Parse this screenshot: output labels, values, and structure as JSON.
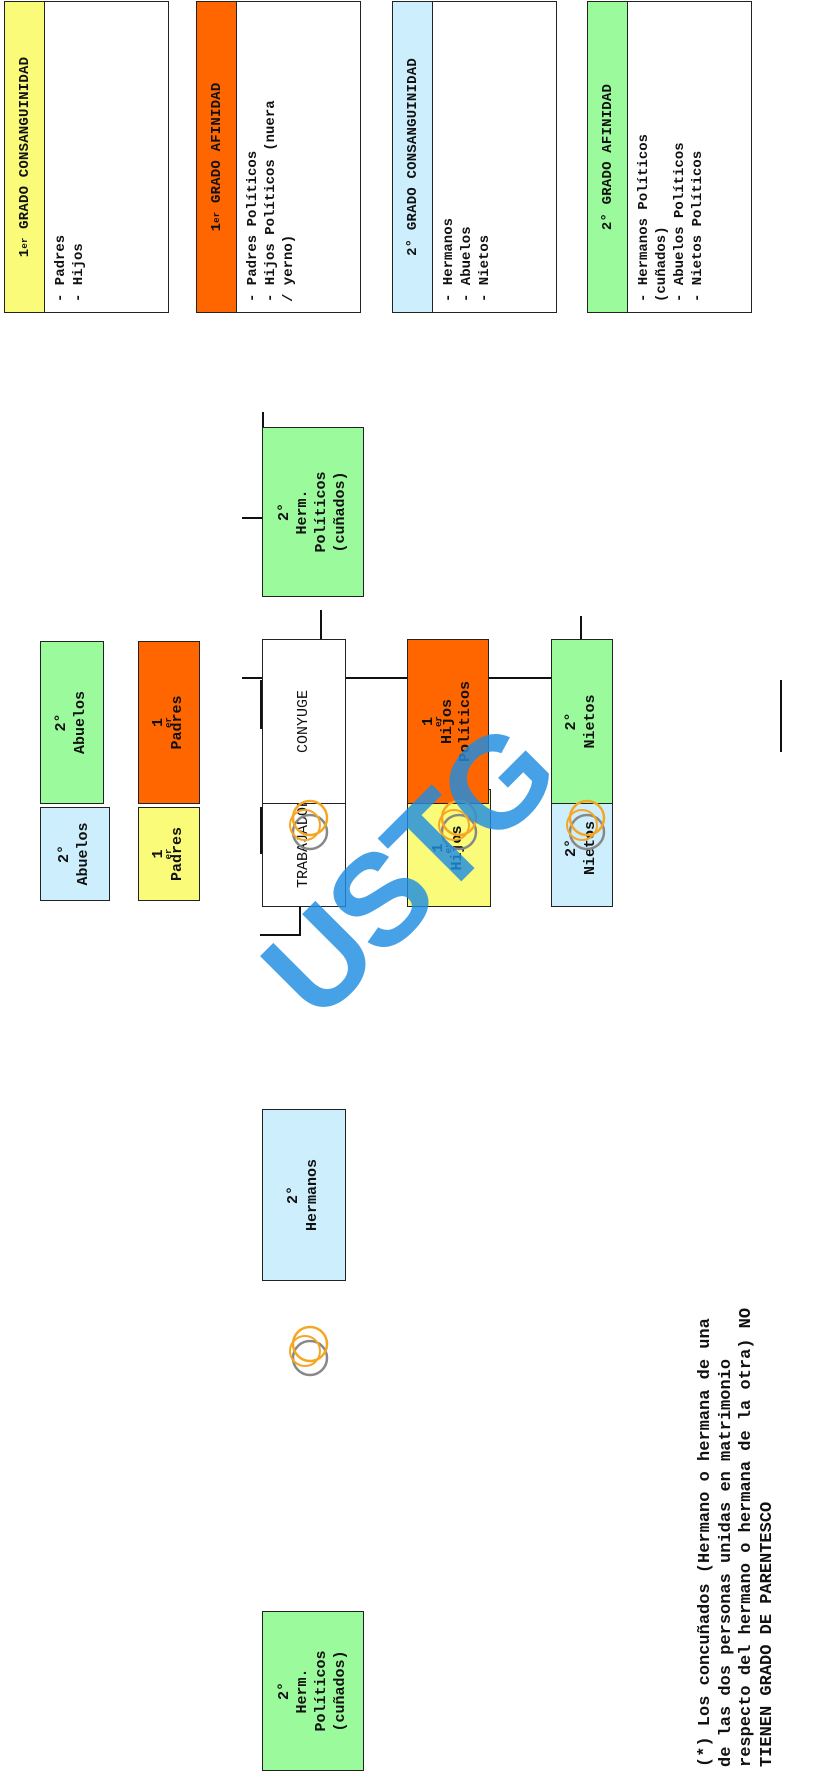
{
  "colors": {
    "yellow": "#fbfb7a",
    "orange": "#ff6600",
    "blue": "#cdeefc",
    "green": "#9bfa9b",
    "watermark": "#1e8ce1"
  },
  "tree": {
    "worker": {
      "grandparents": {
        "grade": "2°",
        "label": "Abuelos"
      },
      "parents": {
        "grade": "1",
        "grade_sup": "er",
        "label": "Padres"
      },
      "self": {
        "label": "TRABAJADOR"
      },
      "siblings": {
        "grade": "2°",
        "label": "Hermanos"
      },
      "children": {
        "grade": "1",
        "grade_sup": "er",
        "label": "Hijos"
      },
      "grandchildren": {
        "grade": "2°",
        "label": "Nietos"
      },
      "siblings_in_law": {
        "grade": "2°",
        "line1": "Herm.",
        "line2": "Políticos",
        "line3": "(cuñados)"
      }
    },
    "spouse": {
      "grandparents": {
        "grade": "2°",
        "label": "Abuelos"
      },
      "parents": {
        "grade": "1",
        "grade_sup": "er",
        "label": "Padres"
      },
      "self": {
        "label": "CONYUGE"
      },
      "siblings_in_law": {
        "grade": "2°",
        "line1": "Herm.",
        "line2": "Políticos",
        "line3": "(cuñados)"
      },
      "children_in_law": {
        "grade": "1",
        "grade_sup": "er",
        "line1": "Hijos",
        "line2": "Políticos"
      },
      "grandchildren": {
        "grade": "2°",
        "label": "Nietos"
      }
    }
  },
  "rings_icon": "wedding-rings-icon",
  "legend": [
    {
      "grade": "1",
      "grade_sup": "er",
      "title": "GRADO CONSANGUINIDAD",
      "color": "yellow",
      "items": [
        "- Padres",
        "- Hijos"
      ]
    },
    {
      "grade": "1",
      "grade_sup": "er",
      "title": "GRADO AFINIDAD",
      "color": "orange",
      "items": [
        "- Padres Políticos",
        "- Hijos Políticos (nuera\n/ yerno)"
      ]
    },
    {
      "grade": "2°",
      "grade_sup": "",
      "title": "GRADO CONSANGUINIDAD",
      "color": "blue",
      "items": [
        "- Hermanos",
        "- Abuelos",
        "- Nietos"
      ]
    },
    {
      "grade": "2°",
      "grade_sup": "",
      "title": "GRADO AFINIDAD",
      "color": "green",
      "items": [
        "- Hermanos Políticos\n(cuñados)",
        "- Abuelos Políticos",
        "- Nietos Políticos"
      ]
    }
  ],
  "footnote": "(*) Los concuñados (Hermano o hermana de una\nde las dos personas unidas en matrimonio\nrespecto del hermano o hermana de la otra) NO\nTIENEN GRADO DE PARENTESCO",
  "watermark": "USTG"
}
